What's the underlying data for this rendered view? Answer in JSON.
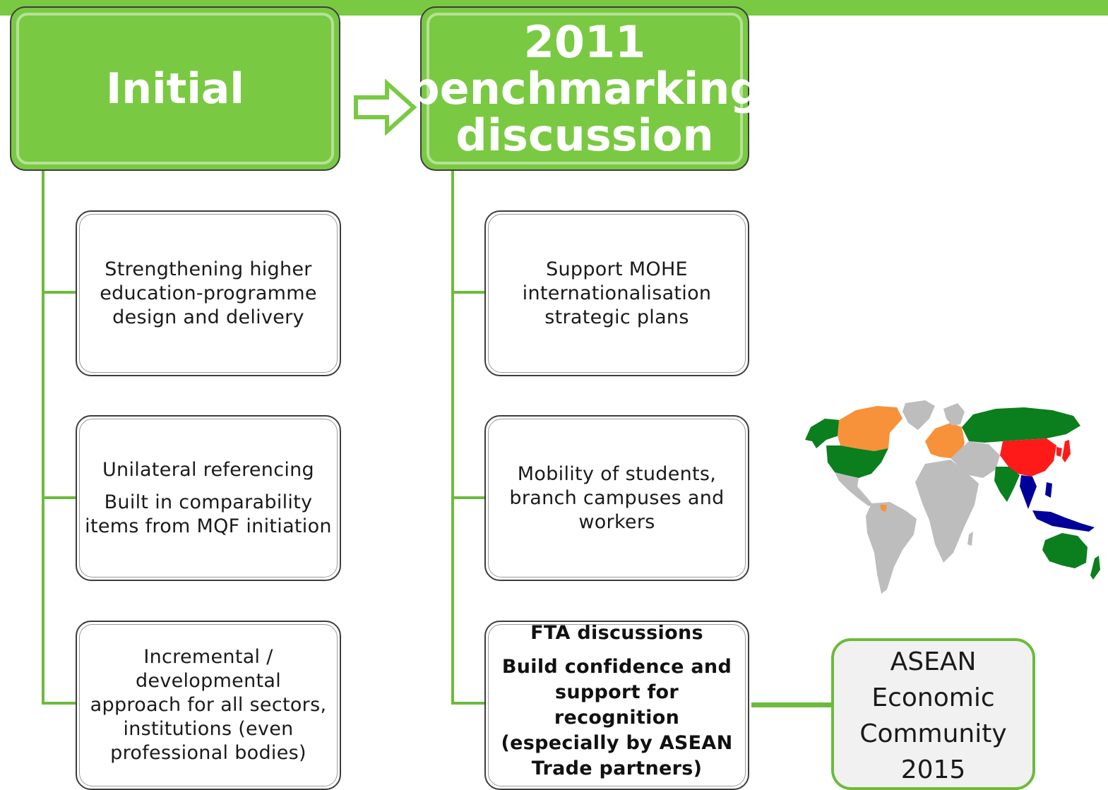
{
  "header": {
    "left_title": "Initial",
    "right_title": [
      "2011",
      "benchmarking",
      "discussion"
    ]
  },
  "left_items": [
    {
      "lines": [
        "Strengthening higher",
        "education-programme",
        "design and delivery"
      ]
    },
    {
      "lines": [
        "Unilateral referencing"
      ],
      "lines2": [
        "Built in comparability",
        "items from MQF initiation"
      ]
    },
    {
      "lines": [
        "Incremental /",
        "developmental",
        "approach for all sectors,",
        "institutions (even",
        "professional bodies)"
      ]
    }
  ],
  "right_items": [
    {
      "lines": [
        "Support MOHE",
        "internationalisation",
        "strategic plans"
      ]
    },
    {
      "lines": [
        "Mobility of students,",
        "branch campuses and",
        "workers"
      ]
    },
    {
      "lines": [
        "FTA discussions"
      ],
      "lines2": [
        "Build confidence and",
        "support for",
        "recognition",
        "(especially by ASEAN",
        "Trade partners)"
      ]
    }
  ],
  "asean_box": {
    "lines": [
      "ASEAN",
      "Economic",
      "Community",
      "2015"
    ]
  },
  "colors": {
    "green": "#7ac943",
    "connector": "#6cbb3c",
    "map_orange": "#f7923a",
    "map_green": "#0b7f1e",
    "map_red": "#ff1a1a",
    "map_blue": "#000099",
    "map_gray": "#bdbdbd"
  }
}
